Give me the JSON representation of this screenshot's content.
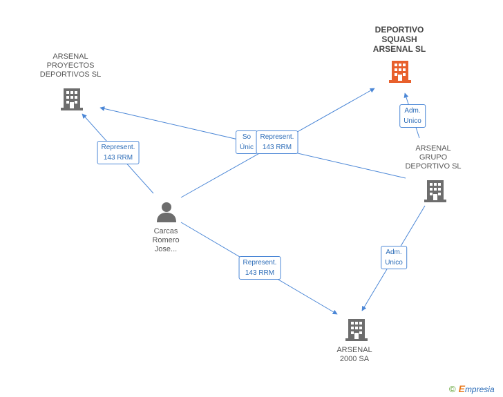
{
  "nodes": {
    "deportivo_squash": {
      "label": "DEPORTIVO\nSQUASH\nARSENAL SL",
      "color": "#e8602c"
    },
    "arsenal_proyectos": {
      "label": "ARSENAL\nPROYECTOS\nDEPORTIVOS SL",
      "color": "#6d6d6d"
    },
    "arsenal_grupo": {
      "label": "ARSENAL\nGRUPO\nDEPORTIVO SL",
      "color": "#6d6d6d"
    },
    "arsenal_2000": {
      "label": "ARSENAL\n2000 SA",
      "color": "#6d6d6d"
    },
    "carcas": {
      "label": "Carcas\nRomero\nJose...",
      "color": "#6d6d6d"
    }
  },
  "edge_labels": {
    "represent_proyectos": "Represent.\n143 RRM",
    "socio_unico": "So\nÚnic",
    "represent_squash": "Represent.\n143 RRM",
    "adm_squash": "Adm.\nUnico",
    "adm_2000": "Adm.\nUnico",
    "represent_2000": "Represent.\n143 RRM"
  },
  "colors": {
    "edge": "#4a86d6"
  },
  "brand": {
    "copyright": "©",
    "e": "E",
    "rest": "mpresia"
  }
}
